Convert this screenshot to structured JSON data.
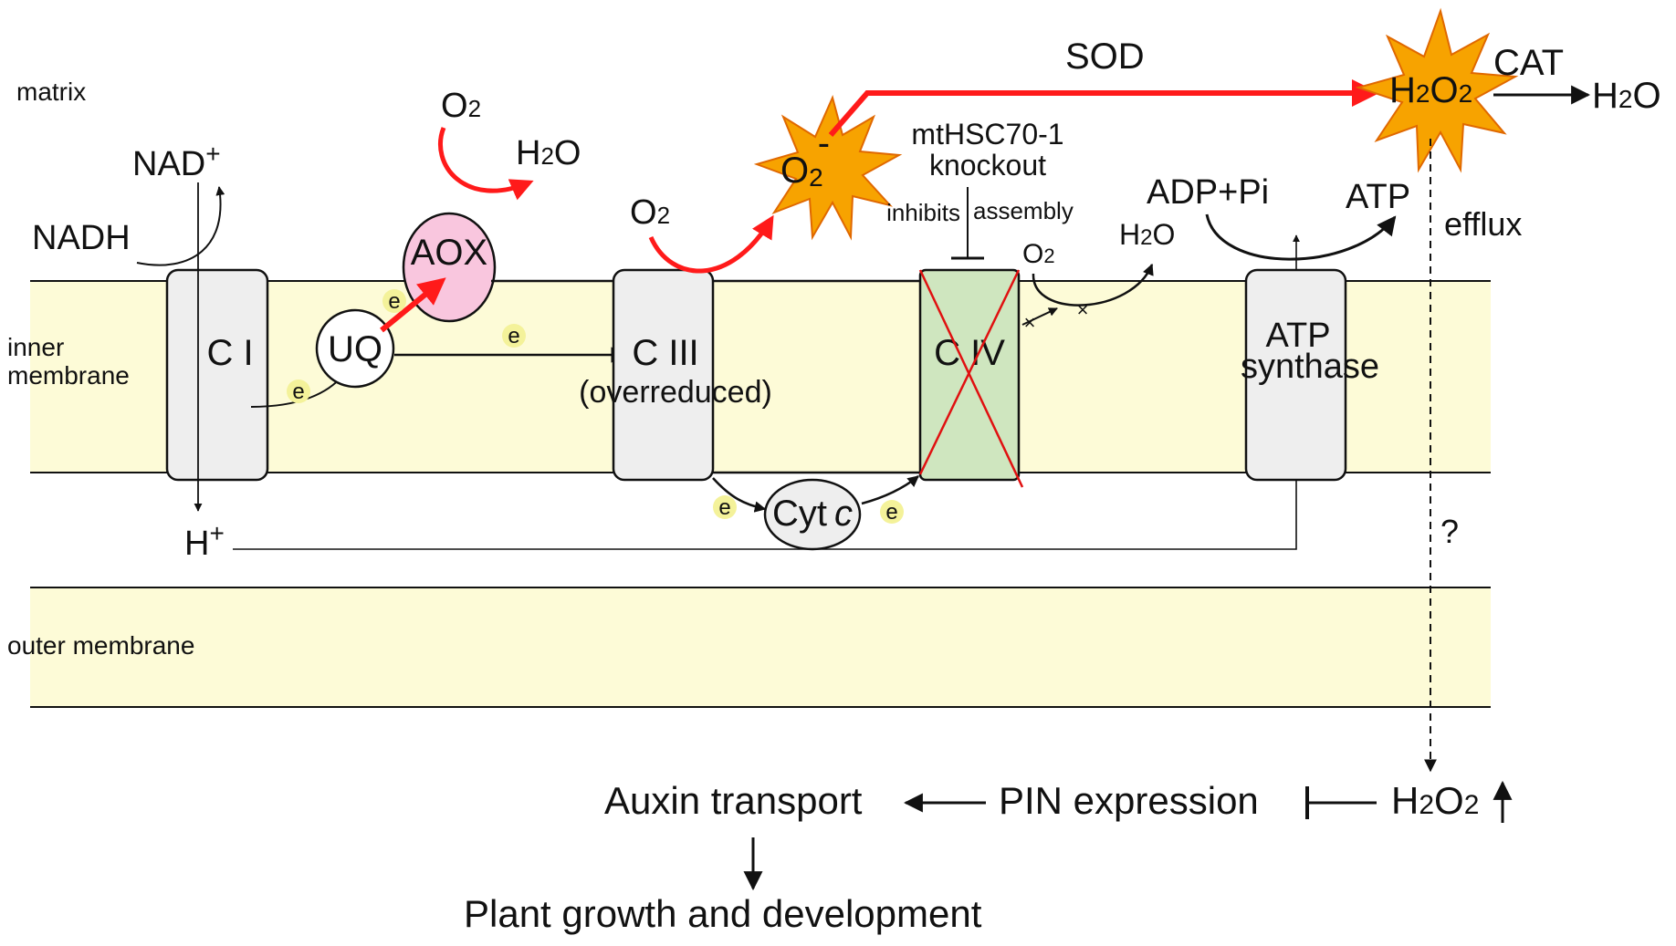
{
  "regions": {
    "matrix": "matrix",
    "inner_membrane_1": "inner",
    "inner_membrane_2": "membrane",
    "outer_membrane": "outer membrane"
  },
  "complexes": {
    "c1": "C I",
    "uq": "UQ",
    "aox": "AOX",
    "c3": "C III",
    "c3_state": "(overreduced)",
    "c4": "C IV",
    "cytc": "Cyt",
    "cytc_italic": "c",
    "atp_synthase_1": "ATP",
    "atp_synthase_2": "synthase"
  },
  "labels": {
    "nad": "NAD",
    "nad_sup": "+",
    "nadh": "NADH",
    "h_plus": "H",
    "h_plus_sup": "+",
    "o2": "O",
    "o2_sub": "2",
    "h2o_h": "H",
    "h2o_sub": "2",
    "h2o_o": "O",
    "superoxide": "O",
    "superoxide_sub": "2",
    "superoxide_sup": "-",
    "sod": "SOD",
    "cat": "CAT",
    "h2o2_h": "H",
    "h2o2_sub1": "2",
    "h2o2_o": "O",
    "h2o2_sub2": "2",
    "mthsc_1": "mtHSC70-1",
    "mthsc_2": "knockout",
    "inhibits": "inhibits",
    "assembly": "assembly",
    "adp": "ADP+Pi",
    "atp": "ATP",
    "efflux": "efflux",
    "question": "?",
    "electron": "e"
  },
  "bottom": {
    "auxin": "Auxin transport",
    "pin": "PIN expression",
    "growth": "Plant growth and development"
  },
  "colors": {
    "membrane_fill": "#fdfbd7",
    "complex_fill": "#eeeeee",
    "aox_fill": "#f9c6de",
    "civ_fill": "#cfe6bf",
    "red": "#ff1a1a",
    "burst": "#f7a300",
    "electron_fill": "#f4f29a"
  }
}
